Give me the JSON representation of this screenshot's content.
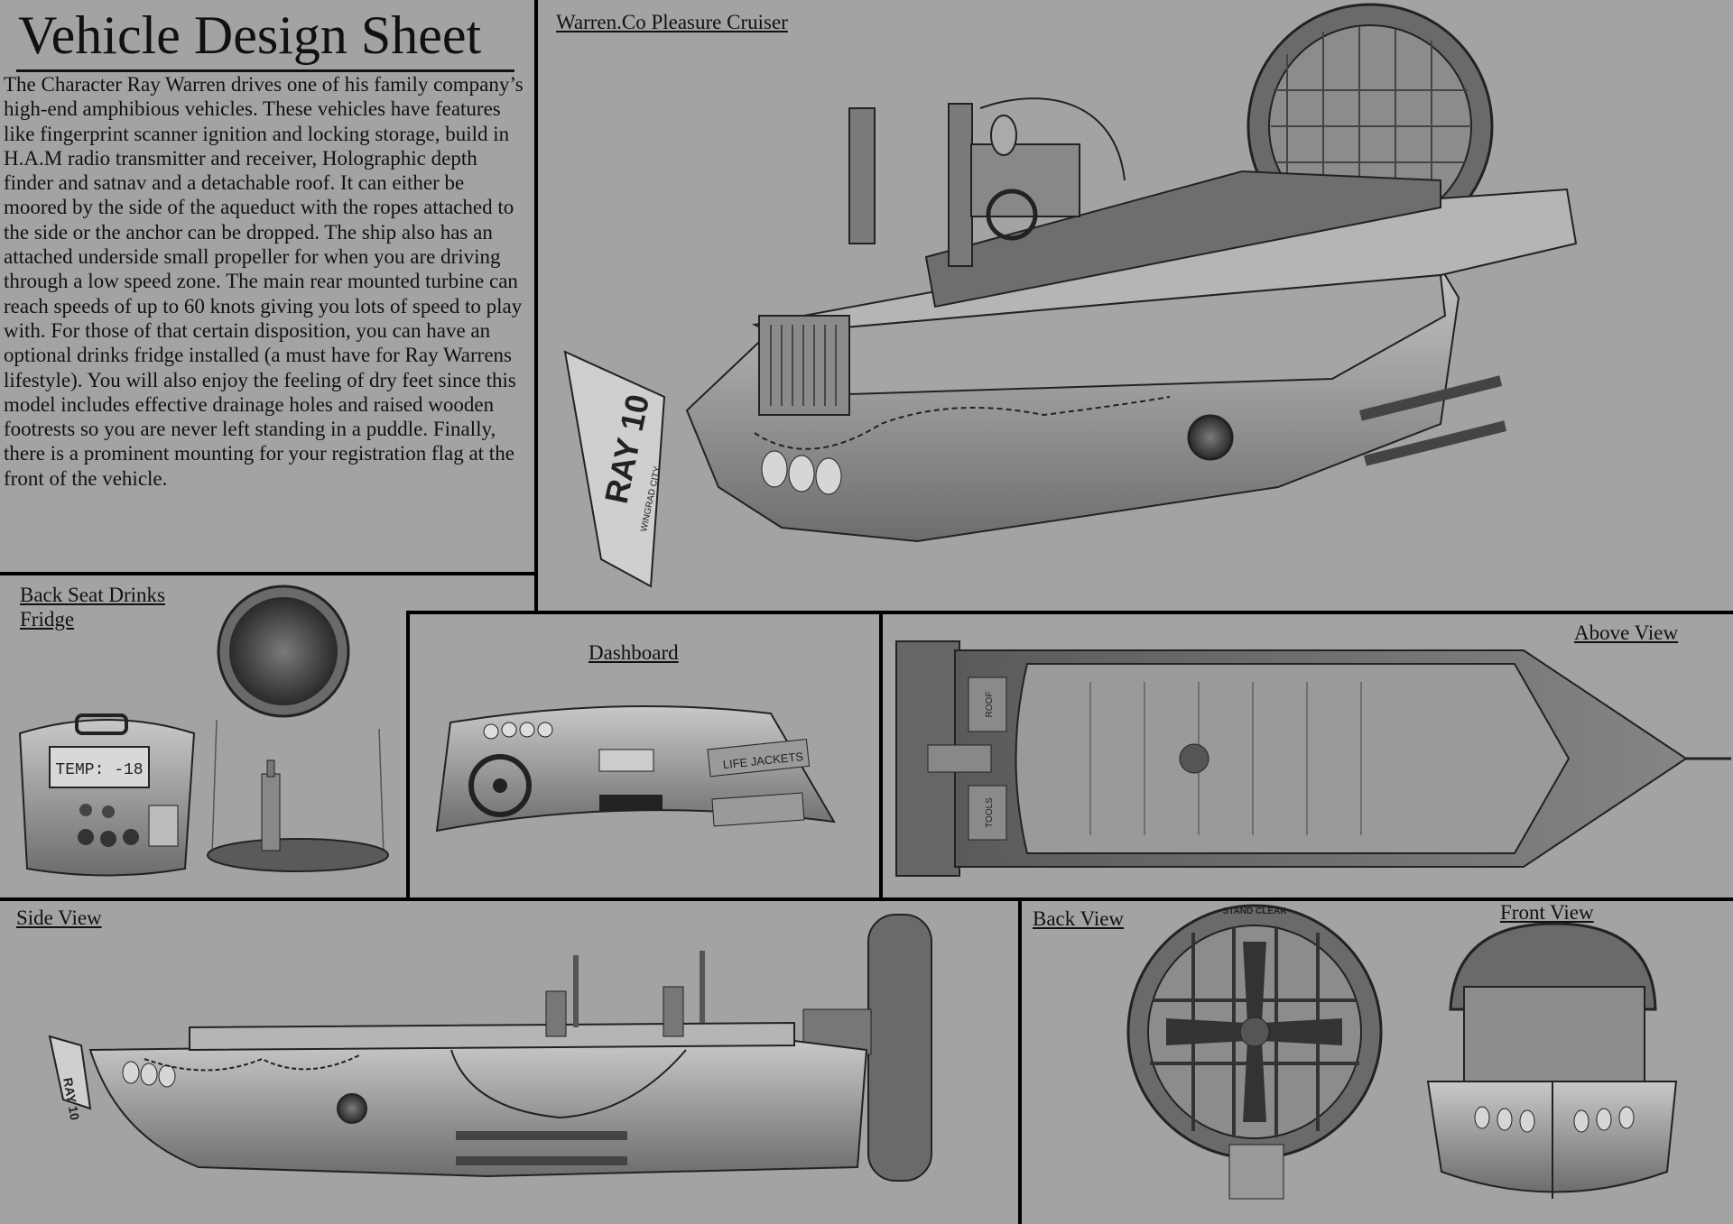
{
  "sheet": {
    "title": "Vehicle Design Sheet",
    "description": "The Character Ray Warren drives one of his family company’s high-end amphibious vehicles. These vehicles have features like fingerprint scanner ignition and locking storage, build in H.A.M radio transmitter and receiver, Holographic depth finder and satnav and a detachable roof. It can either be moored by the side of the aqueduct with the ropes attached to the side or the anchor can be dropped. The ship also has an attached underside small propeller for when you are driving through a low speed zone. The main rear mounted turbine can reach speeds of up to 60 knots giving you lots of speed to play with. For those of that certain disposition, you can have an optional drinks fridge installed (a must have for Ray Warrens lifestyle). You will also enjoy the feeling of dry feet since this model includes effective drainage holes and raised wooden footrests so you are never left standing in a puddle. Finally, there is a prominent mounting for your registration flag at the front of the vehicle."
  },
  "panels": {
    "main": {
      "title": "Warren.Co Pleasure Cruiser",
      "flag_text": "RAY 10",
      "flag_sub": "WINGRAD CITY"
    },
    "fridge": {
      "title_line1": "Back Seat Drinks",
      "title_line2": "Fridge",
      "display": "TEMP: -18"
    },
    "dashboard": {
      "title": "Dashboard",
      "sign": "LIFE JACKETS"
    },
    "above": {
      "title": "Above View",
      "roof_label": "ROOF",
      "tools_label": "TOOLS"
    },
    "side": {
      "title": "Side View",
      "flag_text": "RAY 10"
    },
    "back": {
      "title": "Back View",
      "stand_clear": "STAND CLEAR"
    },
    "front": {
      "title": "Front View"
    }
  },
  "colors": {
    "background": "#a3a3a3",
    "lines": "#000000",
    "text": "#111111"
  }
}
